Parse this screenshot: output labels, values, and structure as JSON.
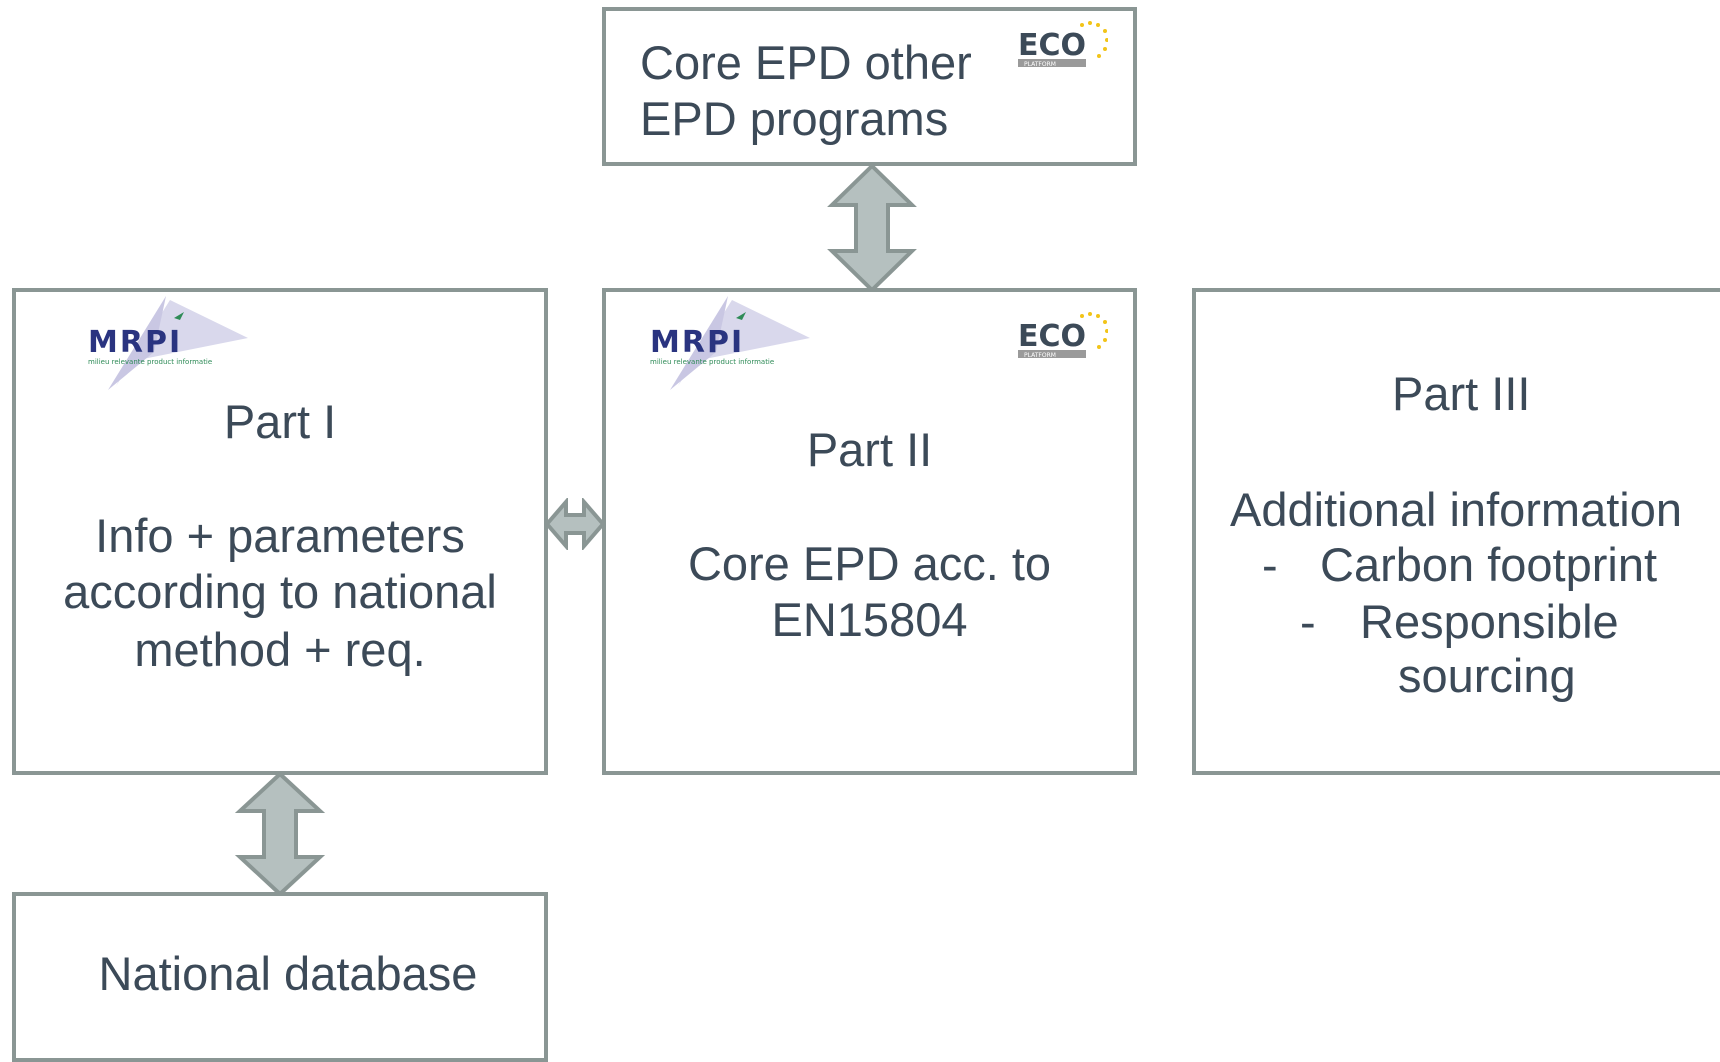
{
  "top_box": {
    "line1": "Core EPD other",
    "line2": "EPD programs"
  },
  "part1": {
    "title": "Part I",
    "line1": "Info + parameters",
    "line2": "according to national",
    "line3": "method + req."
  },
  "part2": {
    "title": "Part II",
    "line1": "Core EPD acc. to",
    "line2": "EN15804"
  },
  "part3": {
    "title": "Part III",
    "heading": "Additional information",
    "bullets": [
      {
        "dash": "-",
        "text": "Carbon footprint"
      },
      {
        "dash": "-",
        "text": "Responsible"
      }
    ],
    "bullet2_cont": "sourcing"
  },
  "database_box": {
    "label": "National database"
  },
  "logos": {
    "mrpi": {
      "name": "MRPI",
      "tagline": "milieu relevante product informatie"
    },
    "eco": {
      "name": "ECO",
      "sub": "PLATFORM"
    }
  },
  "colors": {
    "border": "#8a9694",
    "arrow_fill": "#b5c0bf",
    "text": "#3c4a58",
    "mrpi_blue": "#2a3480",
    "mrpi_green": "#2e8b57",
    "eco_star": "#f2c418"
  }
}
